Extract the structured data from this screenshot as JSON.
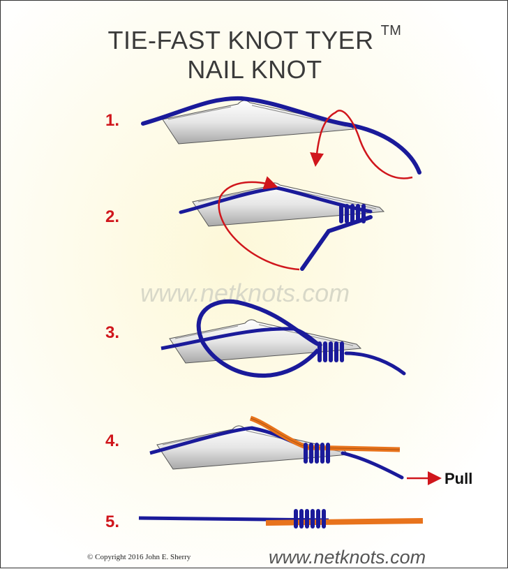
{
  "title": {
    "line1": "TIE-FAST KNOT TYER",
    "trademark": "TM",
    "line2": "NAIL KNOT"
  },
  "steps": [
    "1.",
    "2.",
    "3.",
    "4.",
    "5."
  ],
  "watermark": "www.netknots.com",
  "pull_label": "Pull",
  "footer": {
    "copyright": "© Copyright  2016  John E. Sherry",
    "url": "www.netknots.com"
  },
  "colors": {
    "line": "#1a1a9a",
    "tippet": "#e8731c",
    "arrow": "#d0161c",
    "step": "#d0161c"
  }
}
